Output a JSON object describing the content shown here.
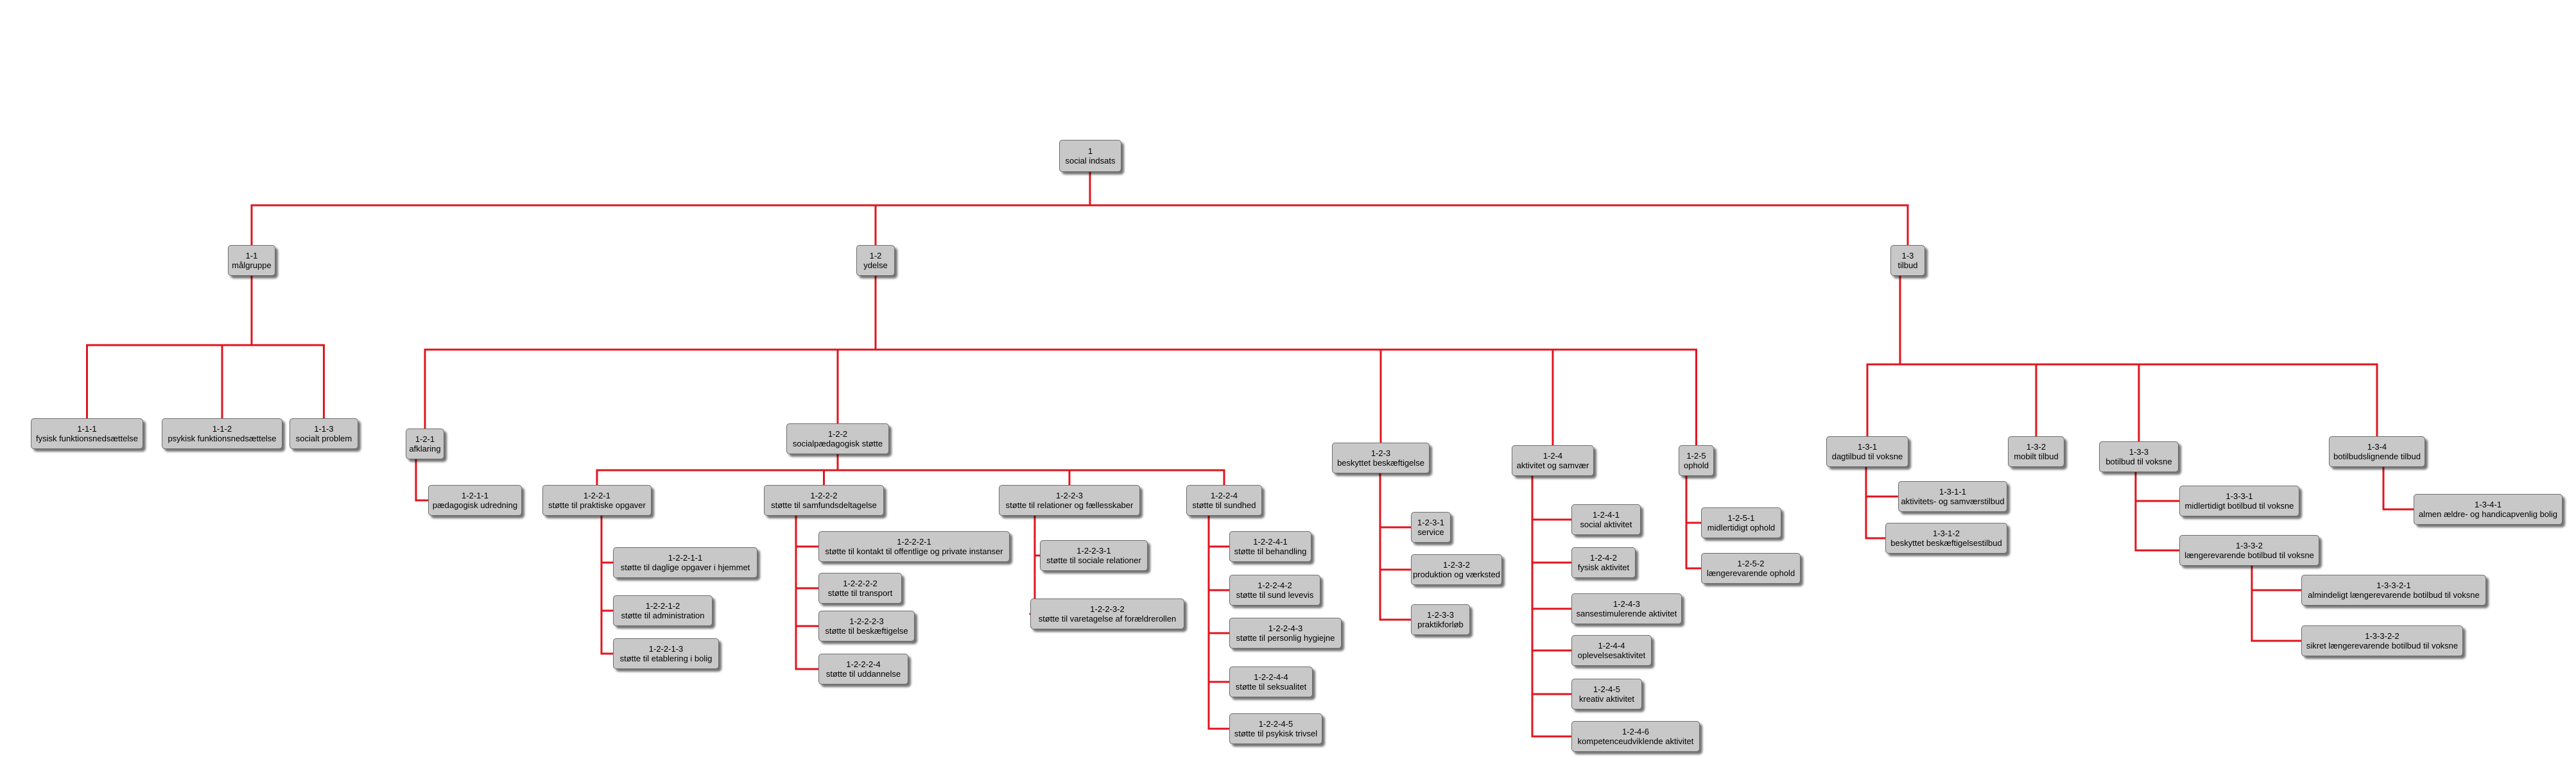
{
  "colors": {
    "connector": "#e0141e",
    "node_fill": "#c8c8c8",
    "node_border": "#6e6e6e"
  },
  "nodes": [
    {
      "id": "1",
      "label": "social indsats"
    },
    {
      "id": "1-1",
      "label": "målgruppe"
    },
    {
      "id": "1-1-1",
      "label": "fysisk funktionsnedsættelse"
    },
    {
      "id": "1-1-2",
      "label": "psykisk funktionsnedsættelse"
    },
    {
      "id": "1-1-3",
      "label": "socialt problem"
    },
    {
      "id": "1-2",
      "label": "ydelse"
    },
    {
      "id": "1-2-1",
      "label": "afklaring"
    },
    {
      "id": "1-2-1-1",
      "label": "pædagogisk udredning"
    },
    {
      "id": "1-2-2",
      "label": "socialpædagogisk støtte"
    },
    {
      "id": "1-2-2-1",
      "label": "støtte til praktiske opgaver"
    },
    {
      "id": "1-2-2-1-1",
      "label": "støtte til daglige opgaver i hjemmet"
    },
    {
      "id": "1-2-2-1-2",
      "label": "støtte til administration"
    },
    {
      "id": "1-2-2-1-3",
      "label": "støtte til etablering i bolig"
    },
    {
      "id": "1-2-2-2",
      "label": "støtte til samfundsdeltagelse"
    },
    {
      "id": "1-2-2-2-1",
      "label": "støtte til kontakt til offentlige og private instanser"
    },
    {
      "id": "1-2-2-2-2",
      "label": "støtte til transport"
    },
    {
      "id": "1-2-2-2-3",
      "label": "støtte til beskæftigelse"
    },
    {
      "id": "1-2-2-2-4",
      "label": "støtte til uddannelse"
    },
    {
      "id": "1-2-2-3",
      "label": "støtte til relationer og fællesskaber"
    },
    {
      "id": "1-2-2-3-1",
      "label": "støtte til sociale relationer"
    },
    {
      "id": "1-2-2-3-2",
      "label": "støtte til varetagelse af forældrerollen"
    },
    {
      "id": "1-2-2-4",
      "label": "støtte til sundhed"
    },
    {
      "id": "1-2-2-4-1",
      "label": "støtte til behandling"
    },
    {
      "id": "1-2-2-4-2",
      "label": "støtte til sund levevis"
    },
    {
      "id": "1-2-2-4-3",
      "label": "støtte til personlig hygiejne"
    },
    {
      "id": "1-2-2-4-4",
      "label": "støtte til seksualitet"
    },
    {
      "id": "1-2-2-4-5",
      "label": "støtte til psykisk trivsel"
    },
    {
      "id": "1-2-3",
      "label": "beskyttet beskæftigelse"
    },
    {
      "id": "1-2-3-1",
      "label": "service"
    },
    {
      "id": "1-2-3-2",
      "label": "produktion og værksted"
    },
    {
      "id": "1-2-3-3",
      "label": "praktikforløb"
    },
    {
      "id": "1-2-4",
      "label": "aktivitet og samvær"
    },
    {
      "id": "1-2-4-1",
      "label": "social aktivitet"
    },
    {
      "id": "1-2-4-2",
      "label": "fysisk aktivitet"
    },
    {
      "id": "1-2-4-3",
      "label": "sansestimulerende aktivitet"
    },
    {
      "id": "1-2-4-4",
      "label": "oplevelsesaktivitet"
    },
    {
      "id": "1-2-4-5",
      "label": "kreativ aktivitet"
    },
    {
      "id": "1-2-4-6",
      "label": "kompetenceudviklende aktivitet"
    },
    {
      "id": "1-2-5",
      "label": "ophold"
    },
    {
      "id": "1-2-5-1",
      "label": "midlertidigt ophold"
    },
    {
      "id": "1-2-5-2",
      "label": "længerevarende ophold"
    },
    {
      "id": "1-3",
      "label": "tilbud"
    },
    {
      "id": "1-3-1",
      "label": "dagtilbud til voksne"
    },
    {
      "id": "1-3-1-1",
      "label": "aktivitets- og samværstilbud"
    },
    {
      "id": "1-3-1-2",
      "label": "beskyttet beskæftigelsestilbud"
    },
    {
      "id": "1-3-2",
      "label": "mobilt tilbud"
    },
    {
      "id": "1-3-3",
      "label": "botilbud til voksne"
    },
    {
      "id": "1-3-3-1",
      "label": "midlertidigt botilbud til voksne"
    },
    {
      "id": "1-3-3-2",
      "label": "længerevarende botilbud til voksne"
    },
    {
      "id": "1-3-3-2-1",
      "label": "almindeligt længerevarende botilbud til voksne"
    },
    {
      "id": "1-3-3-2-2",
      "label": "sikret længerevarende botilbud til voksne"
    },
    {
      "id": "1-3-4",
      "label": "botilbudslignende tilbud"
    },
    {
      "id": "1-3-4-1",
      "label": "almen ældre- og handicapvenlig bolig"
    }
  ]
}
